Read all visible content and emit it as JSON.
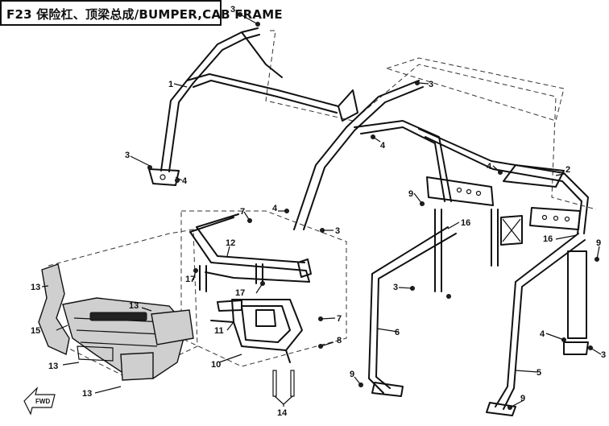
{
  "title": "F23 保险杠、顶梁总成/BUMPER,CAB FRAME",
  "fwd_label": "FWD",
  "callouts": [
    {
      "id": "c-3a",
      "text": "3"
    },
    {
      "id": "c-1",
      "text": "1"
    },
    {
      "id": "c-3b",
      "text": "3"
    },
    {
      "id": "c-4a",
      "text": "4"
    },
    {
      "id": "c-3c",
      "text": "3"
    },
    {
      "id": "c-4b",
      "text": "4"
    },
    {
      "id": "c-2",
      "text": "2"
    },
    {
      "id": "c-4c",
      "text": "4"
    },
    {
      "id": "c-9a",
      "text": "9"
    },
    {
      "id": "c-7a",
      "text": "7"
    },
    {
      "id": "c-4d",
      "text": "4"
    },
    {
      "id": "c-3d",
      "text": "3"
    },
    {
      "id": "c-16a",
      "text": "16"
    },
    {
      "id": "c-16b",
      "text": "16"
    },
    {
      "id": "c-9b",
      "text": "9"
    },
    {
      "id": "c-12",
      "text": "12"
    },
    {
      "id": "c-17a",
      "text": "17"
    },
    {
      "id": "c-17b",
      "text": "17"
    },
    {
      "id": "c-13a",
      "text": "13"
    },
    {
      "id": "c-13b",
      "text": "13"
    },
    {
      "id": "c-3e",
      "text": "3"
    },
    {
      "id": "c-15",
      "text": "15"
    },
    {
      "id": "c-7b",
      "text": "7"
    },
    {
      "id": "c-11",
      "text": "11"
    },
    {
      "id": "c-8",
      "text": "8"
    },
    {
      "id": "c-6",
      "text": "6"
    },
    {
      "id": "c-4e",
      "text": "4"
    },
    {
      "id": "c-3f",
      "text": "3"
    },
    {
      "id": "c-10",
      "text": "10"
    },
    {
      "id": "c-13c",
      "text": "13"
    },
    {
      "id": "c-5",
      "text": "5"
    },
    {
      "id": "c-9c",
      "text": "9"
    },
    {
      "id": "c-13d",
      "text": "13"
    },
    {
      "id": "c-14",
      "text": "14"
    },
    {
      "id": "c-9d",
      "text": "9"
    }
  ]
}
